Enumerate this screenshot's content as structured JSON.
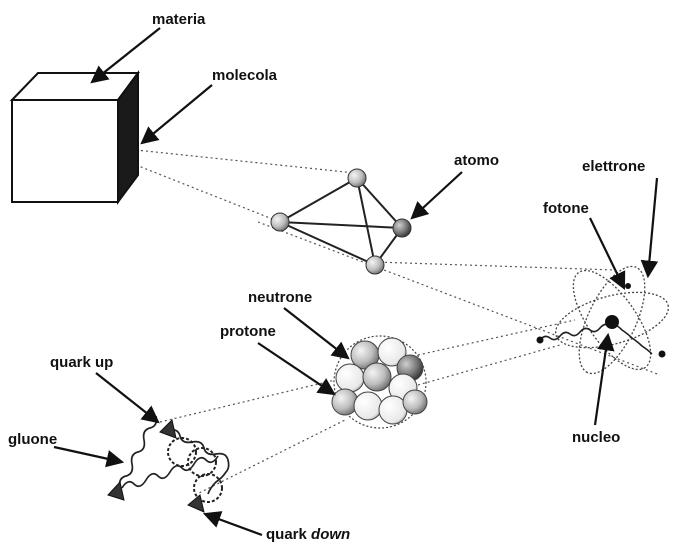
{
  "labels": {
    "matter": "materia",
    "molecule": "molecola",
    "atom": "atomo",
    "electron": "elettrone",
    "photon": "fotone",
    "neutron": "neutrone",
    "proton": "protone",
    "quark_up": "quark up",
    "gluon": "gluone",
    "nucleus": "nucleo",
    "quark_prefix": "quark",
    "quark_down": "down"
  }
}
